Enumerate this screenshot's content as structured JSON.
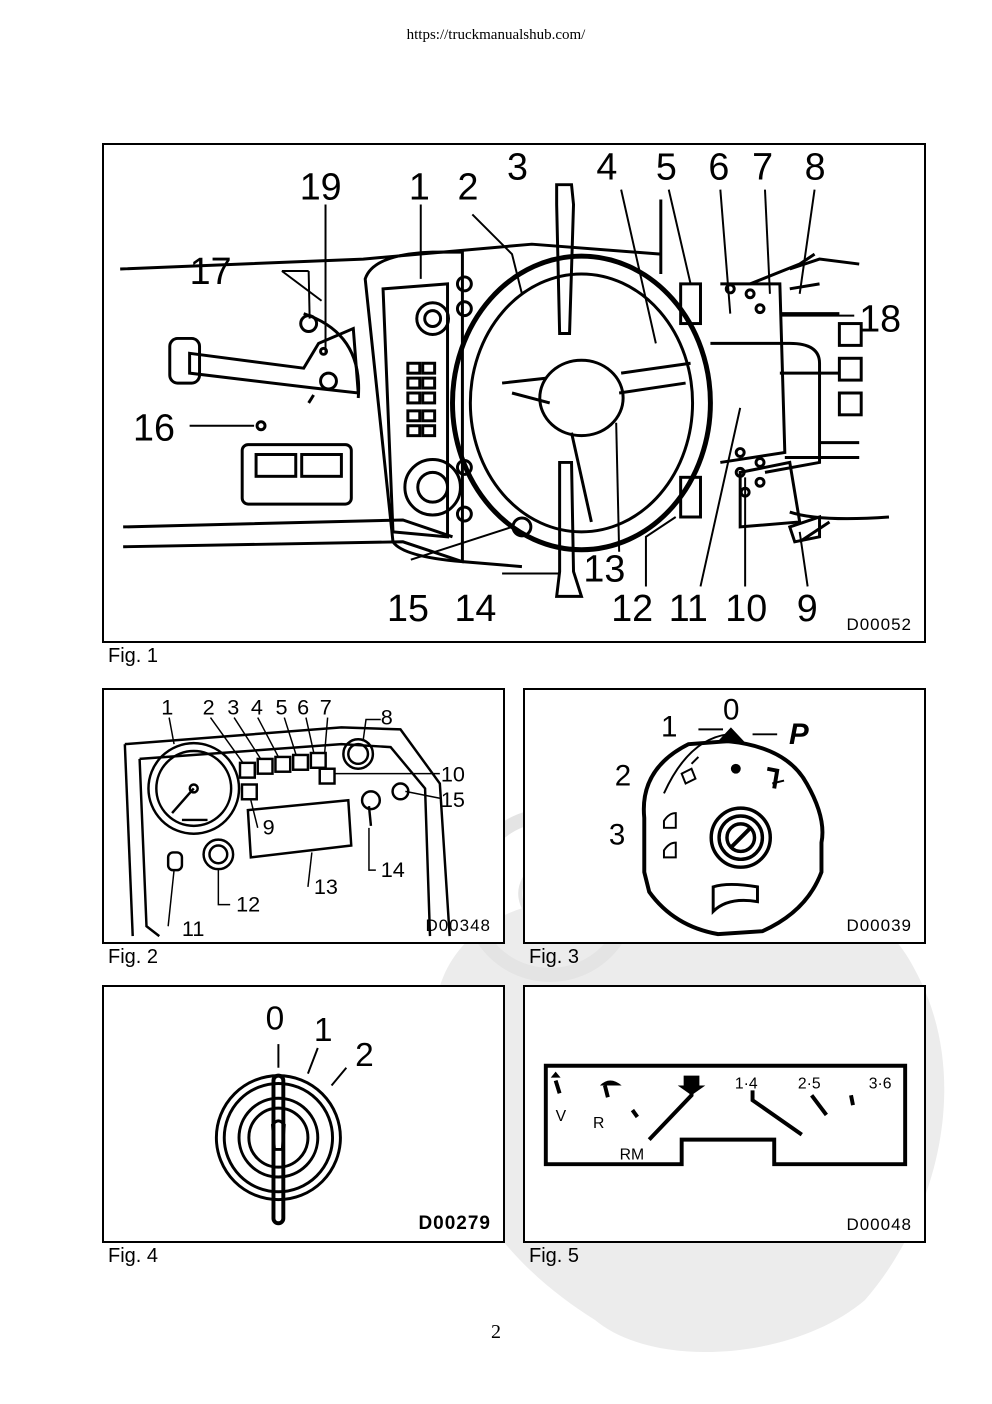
{
  "header": {
    "url": "https://truckmanualshub.com/"
  },
  "figures": [
    {
      "caption": "Fig. 1",
      "code": "D00052",
      "callouts": [
        "1",
        "2",
        "3",
        "4",
        "5",
        "6",
        "7",
        "8",
        "9",
        "10",
        "11",
        "12",
        "13",
        "14",
        "15",
        "16",
        "17",
        "18",
        "19"
      ]
    },
    {
      "caption": "Fig. 2",
      "code": "D00348",
      "callouts": [
        "1",
        "2",
        "3",
        "4",
        "5",
        "6",
        "7",
        "8",
        "9",
        "10",
        "11",
        "12",
        "13",
        "14",
        "15"
      ]
    },
    {
      "caption": "Fig. 3",
      "code": "D00039",
      "positions": [
        "0",
        "1",
        "2",
        "3",
        "P"
      ]
    },
    {
      "caption": "Fig. 4",
      "code": "D00279",
      "positions": [
        "0",
        "1",
        "2"
      ]
    },
    {
      "caption": "Fig. 5",
      "code": "D00048",
      "gate_labels": [
        "V",
        "R",
        "RM",
        "1·4",
        "2·5",
        "3·6"
      ]
    }
  ],
  "page": {
    "number": "2"
  },
  "watermark": {
    "icon": "copyright-icon"
  }
}
